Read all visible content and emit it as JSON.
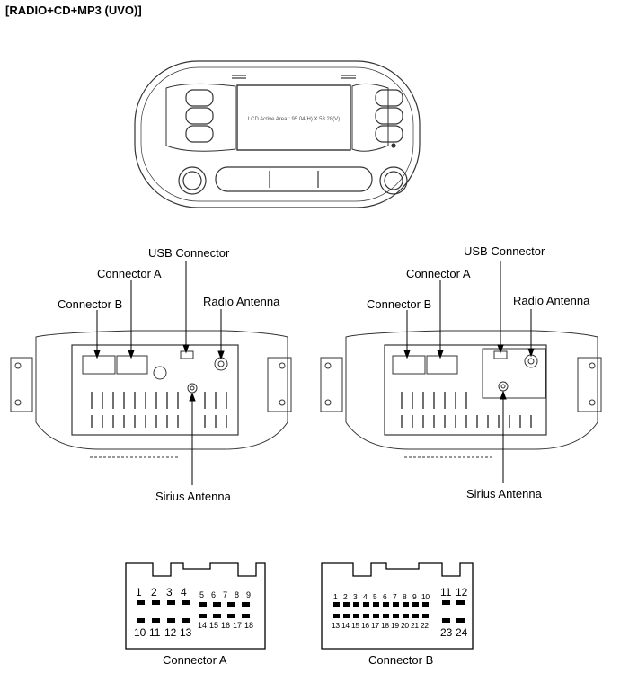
{
  "heading": "[RADIO+CD+MP3 (UVO)]",
  "lcd_text": "LCD Active Area : 95.04(H) X 53.28(V)",
  "left_unit": {
    "usb_connector": "USB Connector",
    "connector_a": "Connector A",
    "connector_b": "Connector B",
    "radio_antenna": "Radio Antenna",
    "sirius_antenna": "Sirius Antenna"
  },
  "right_unit": {
    "usb_connector": "USB Connector",
    "connector_a": "Connector A",
    "connector_b": "Connector B",
    "radio_antenna": "Radio Antenna",
    "sirius_antenna": "Sirius Antenna"
  },
  "connector_a": {
    "caption": "Connector A",
    "pins_top_left": [
      "1",
      "2",
      "3",
      "4"
    ],
    "pins_top_right": [
      "5",
      "6",
      "7",
      "8",
      "9"
    ],
    "pins_bottom_left": [
      "10",
      "11",
      "12",
      "13"
    ],
    "pins_bottom_right": [
      "14",
      "15",
      "16",
      "17",
      "18"
    ]
  },
  "connector_b": {
    "caption": "Connector B",
    "pins_top_main": [
      "1",
      "2",
      "3",
      "4",
      "5",
      "6",
      "7",
      "8",
      "9",
      "10"
    ],
    "pins_top_side": [
      "11",
      "12"
    ],
    "pins_bottom_main": [
      "13",
      "14",
      "15",
      "16",
      "17",
      "18",
      "19",
      "20",
      "21",
      "22"
    ],
    "pins_bottom_side": [
      "23",
      "24"
    ]
  }
}
